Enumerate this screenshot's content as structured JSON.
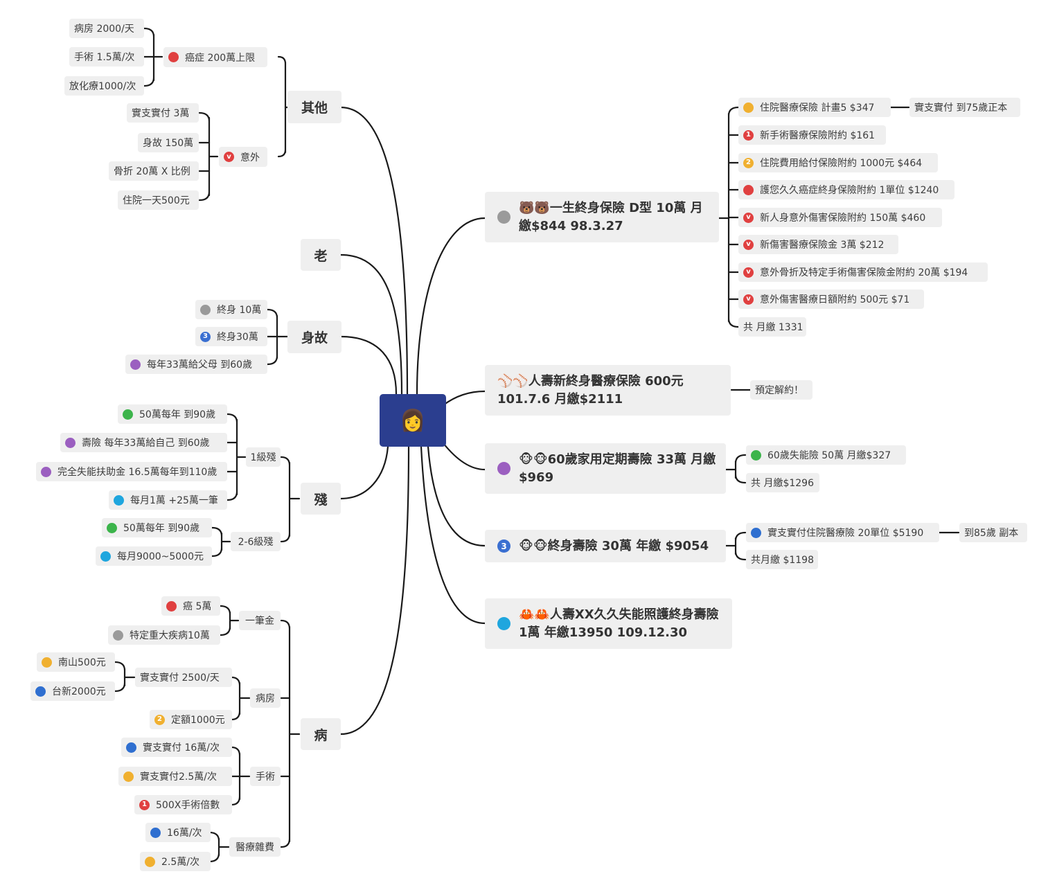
{
  "center": {
    "label": "👩"
  },
  "categories": {
    "other": "其他",
    "old": "老",
    "death": "身故",
    "disability": "殘",
    "illness": "病"
  },
  "other": {
    "cancer": {
      "label": "癌症 200萬上限",
      "color": "#e04040"
    },
    "cancer_items": [
      "病房 2000/天",
      "手術 1.5萬/次",
      "放化療1000/次"
    ],
    "accident": {
      "label": "意外",
      "icon": "accident-icon",
      "color": "#e04040"
    },
    "accident_items": [
      "實支實付 3萬",
      "身故 150萬",
      "骨折 20萬 X 比例",
      "住院一天500元"
    ]
  },
  "death": {
    "items": [
      {
        "label": "終身 10萬",
        "type": "dot",
        "color": "#9a9a9a"
      },
      {
        "label": "終身30萬",
        "type": "badge",
        "badge": "3",
        "color": "#3a6fd1"
      },
      {
        "label": "每年33萬給父母 到60歲",
        "type": "dot",
        "color": "#9b5fc0"
      }
    ]
  },
  "disability": {
    "level1": "1級殘",
    "level1_items": [
      {
        "label": "50萬每年 到90歲",
        "color": "#3cb44b"
      },
      {
        "label": "壽險 每年33萬給自己 到60歲",
        "color": "#9b5fc0"
      },
      {
        "label": "完全失能扶助金 16.5萬每年到110歲",
        "color": "#9b5fc0"
      },
      {
        "label": "每月1萬 +25萬一筆",
        "color": "#1fa6de"
      }
    ],
    "level2": "2-6級殘",
    "level2_items": [
      {
        "label": "50萬每年 到90歲",
        "color": "#3cb44b"
      },
      {
        "label": "每月9000~5000元",
        "color": "#1fa6de"
      }
    ]
  },
  "illness": {
    "lump": "一筆金",
    "lump_items": [
      {
        "label": "癌 5萬",
        "type": "dot",
        "color": "#e04040"
      },
      {
        "label": "特定重大疾病10萬",
        "type": "dot",
        "color": "#9a9a9a"
      }
    ],
    "ward": "病房",
    "ward_actual": "實支實付 2500/天",
    "ward_actual_items": [
      {
        "label": "南山500元",
        "type": "dot",
        "color": "#f0b030"
      },
      {
        "label": "台新2000元",
        "type": "dot",
        "color": "#2f6fd0"
      }
    ],
    "ward_fixed": {
      "label": "定額1000元",
      "type": "badge",
      "badge": "2",
      "color": "#f0b030"
    },
    "surgery": "手術",
    "surgery_items": [
      {
        "label": "實支實付 16萬/次",
        "type": "dot",
        "color": "#2f6fd0"
      },
      {
        "label": "實支實付2.5萬/次",
        "type": "dot",
        "color": "#f0b030"
      },
      {
        "label": "500X手術倍數",
        "type": "badge",
        "badge": "1",
        "color": "#e04040"
      }
    ],
    "misc": "醫療雜費",
    "misc_items": [
      {
        "label": "16萬/次",
        "type": "dot",
        "color": "#2f6fd0"
      },
      {
        "label": "2.5萬/次",
        "type": "dot",
        "color": "#f0b030"
      }
    ]
  },
  "policies": {
    "p1": {
      "label": "🐻🐻一生終身保險 D型 10萬 月繳$844  98.3.27",
      "color": "#9a9a9a"
    },
    "p1_items": [
      {
        "label": "住院醫療保險 計畫5 $347",
        "type": "dot",
        "color": "#f0b030"
      },
      {
        "label": "新手術醫療保險附約 $161",
        "type": "badge",
        "badge": "1",
        "color": "#e04040"
      },
      {
        "label": "住院費用給付保險附約 1000元 $464",
        "type": "badge",
        "badge": "2",
        "color": "#f0b030"
      },
      {
        "label": "護您久久癌症終身保險附約 1單位 $1240",
        "type": "dot",
        "color": "#e04040"
      },
      {
        "label": "新人身意外傷害保險附約 150萬 $460",
        "type": "badge",
        "badge": "v",
        "color": "#e04040"
      },
      {
        "label": "新傷害醫療保險金 3萬 $212",
        "type": "badge",
        "badge": "v",
        "color": "#e04040"
      },
      {
        "label": "意外骨折及特定手術傷害保險金附約 20萬 $194",
        "type": "badge",
        "badge": "v",
        "color": "#e04040"
      },
      {
        "label": "意外傷害醫療日額附約 500元 $71",
        "type": "badge",
        "badge": "v",
        "color": "#e04040"
      },
      {
        "label": "共 月繳 1331",
        "type": "none"
      }
    ],
    "p1_sub": "實支實付 到75歲正本",
    "p2": {
      "label": "⚾⚾人壽新終身醫療保險 600元 101.7.6 月繳$2111"
    },
    "p2_items": [
      "預定解約！"
    ],
    "p3": {
      "label": "🐵🐵60歲家用定期壽險 33萬 月繳$969",
      "color": "#9b5fc0"
    },
    "p3_items": [
      {
        "label": "60歲失能險 50萬 月繳$327",
        "type": "dot",
        "color": "#3cb44b"
      },
      {
        "label": "共 月繳$1296",
        "type": "none"
      }
    ],
    "p4": {
      "label": "🐵🐵終身壽險 30萬 年繳 $9054",
      "badge": "3",
      "color": "#3a6fd1"
    },
    "p4_items": [
      {
        "label": "實支實付住院醫療險 20單位 $5190",
        "type": "dot",
        "color": "#2f6fd0"
      },
      {
        "label": "共月繳 $1198",
        "type": "none"
      }
    ],
    "p4_sub": "到85歲 副本",
    "p5": {
      "label": "🦀🦀人壽XX久久失能照護終身壽險 1萬 年繳13950 109.12.30",
      "color": "#1fa6de"
    }
  }
}
